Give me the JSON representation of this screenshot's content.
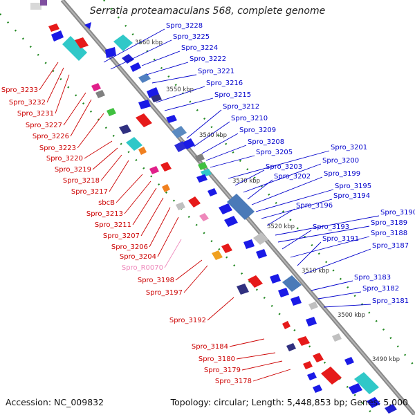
{
  "title": "Serratia proteamaculans 568, complete genome",
  "footer": {
    "accession": "Accession: NC_009832",
    "topology": "Topology: circular; Length: 5,448,853 bp; Genes: 5,000"
  },
  "scale_labels": [
    "3560 kbp",
    "3550 kbp",
    "3540 kbp",
    "3530 kbp",
    "3520 kbp",
    "3510 kbp",
    "3500 kbp",
    "3490 kbp"
  ],
  "right_labels": [
    "Spro_3228",
    "Spro_3225",
    "Spro_3224",
    "Spro_3222",
    "Spro_3221",
    "Spro_3216",
    "Spro_3215",
    "Spro_3212",
    "Spro_3210",
    "Spro_3209",
    "Spro_3208",
    "Spro_3205",
    "Spro_3201",
    "Spro_3203",
    "Spro_3200",
    "Spro_3202",
    "Spro_3199",
    "Spro_3195",
    "Spro_3194",
    "Spro_3196",
    "Spro_3190",
    "Spro_3189",
    "Spro_3193",
    "Spro_3188",
    "Spro_3191",
    "Spro_3187",
    "Spro_3183",
    "Spro_3182",
    "Spro_3181"
  ],
  "left_labels": [
    "Spro_3233",
    "Spro_3232",
    "Spro_3231",
    "Spro_3227",
    "Spro_3226",
    "Spro_3223",
    "Spro_3220",
    "Spro_3219",
    "Spro_3218",
    "Spro_3217",
    "sbcB",
    "Spro_3213",
    "Spro_3211",
    "Spro_3207",
    "Spro_3206",
    "Spro_3204",
    "Spro_R0070",
    "Spro_3198",
    "Spro_3197",
    "Spro_3192",
    "Spro_3184",
    "Spro_3180",
    "Spro_3179",
    "Spro_3178"
  ],
  "colors": {
    "blue": "#0000cc",
    "red": "#cc0000",
    "pink": "#ee88bb",
    "axis": "#888888",
    "tick": "#228822",
    "forward_gene": "#1a1ae6",
    "reverse_gene": "#e61a1a"
  }
}
